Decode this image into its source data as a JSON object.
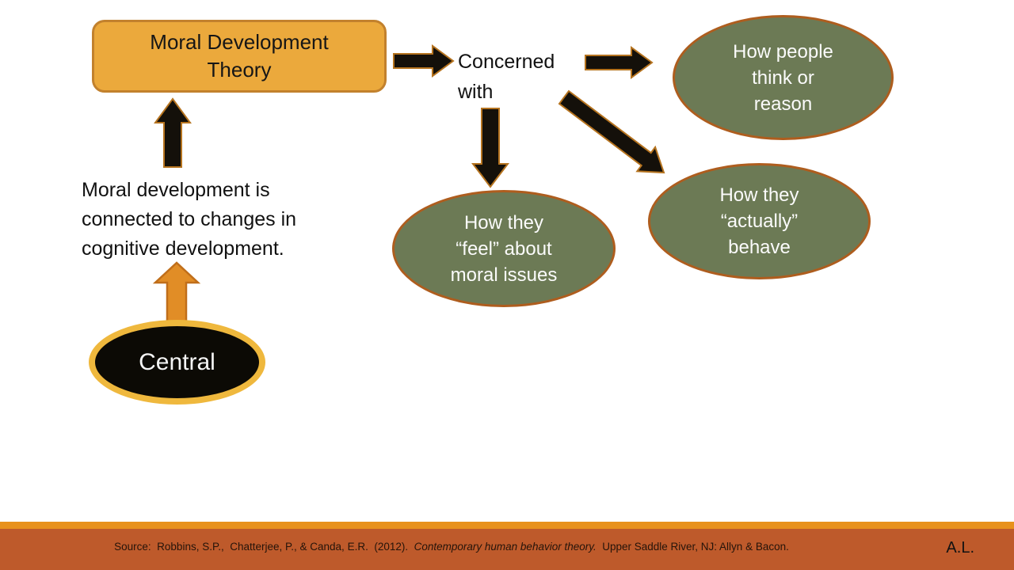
{
  "colors": {
    "slide_background": "#FFFFFF",
    "main_box_fill": "#EBA93C",
    "main_box_border": "#C2812D",
    "green_ellipse_fill": "#6C7A55",
    "green_ellipse_border": "#AE5D1E",
    "black_arrow_fill": "#14100A",
    "black_arrow_outline": "#B5731F",
    "orange_arrow_fill": "#E18D26",
    "orange_arrow_border": "#C06E1A",
    "central_ellipse_fill": "#0C0A05",
    "central_ellipse_border": "#EFB83D",
    "footer_strip": "#E8911C",
    "footer_bar": "#BE5A2B",
    "dark_text": "#111111",
    "white_text": "#FFFFFF"
  },
  "diagram": {
    "main_box": {
      "lines": [
        "Moral Development",
        "Theory"
      ]
    },
    "concerned": {
      "lines": [
        "Concerned",
        "with"
      ]
    },
    "ellipse_think": {
      "lines": [
        "How people",
        "think or",
        "reason"
      ]
    },
    "ellipse_feel": {
      "lines": [
        "How they",
        "“feel” about",
        "moral issues"
      ]
    },
    "ellipse_behave": {
      "lines": [
        "How they",
        "“actually”",
        "behave"
      ]
    },
    "note": {
      "lines": [
        "Moral development is",
        "connected to changes in",
        "cognitive development."
      ]
    },
    "central": {
      "label": "Central"
    },
    "connectors": [
      {
        "name": "arrow-box-to-concerned",
        "direction": "right",
        "style": "black"
      },
      {
        "name": "arrow-concerned-to-think",
        "direction": "right",
        "style": "black"
      },
      {
        "name": "arrow-concerned-to-feel",
        "direction": "down",
        "style": "black"
      },
      {
        "name": "arrow-concerned-to-behave",
        "direction": "down-right",
        "style": "black"
      },
      {
        "name": "arrow-note-to-box",
        "direction": "up",
        "style": "black"
      },
      {
        "name": "arrow-central-to-note",
        "direction": "up",
        "style": "orange"
      }
    ]
  },
  "footer": {
    "source_prefix": "Source:  Robbins, S.P.,  Chatterjee, P., & Canda, E.R.  (2012).  ",
    "source_title": "Contemporary human behavior theory.",
    "source_suffix": "  Upper Saddle River, NJ: Allyn & Bacon.",
    "initials": "A.L."
  }
}
